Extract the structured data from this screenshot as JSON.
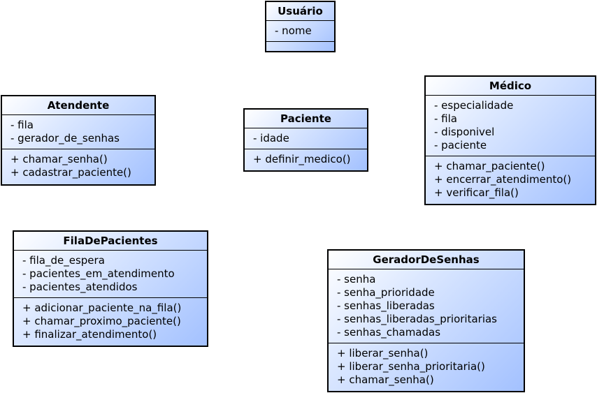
{
  "diagram": {
    "classes": {
      "usuario": {
        "name": "Usuário",
        "attributes": [
          "- nome"
        ],
        "methods": []
      },
      "atendente": {
        "name": "Atendente",
        "attributes": [
          "- fila",
          "- gerador_de_senhas"
        ],
        "methods": [
          "+ chamar_senha()",
          "+ cadastrar_paciente()"
        ]
      },
      "paciente": {
        "name": "Paciente",
        "attributes": [
          "- idade"
        ],
        "methods": [
          "+ definir_medico()"
        ]
      },
      "medico": {
        "name": "Médico",
        "attributes": [
          "- especialidade",
          "- fila",
          "- disponivel",
          "- paciente"
        ],
        "methods": [
          "+ chamar_paciente()",
          "+ encerrar_atendimento()",
          "+ verificar_fila()"
        ]
      },
      "fila_de_pacientes": {
        "name": "FilaDePacientes",
        "attributes": [
          "- fila_de_espera",
          "- pacientes_em_atendimento",
          "- pacientes_atendidos"
        ],
        "methods": [
          "+ adicionar_paciente_na_fila()",
          "+ chamar_proximo_paciente()",
          "+ finalizar_atendimento()"
        ]
      },
      "gerador_de_senhas": {
        "name": "GeradorDeSenhas",
        "attributes": [
          "- senha",
          "- senha_prioridade",
          "- senhas_liberadas",
          "- senhas_liberadas_prioritarias",
          "- senhas_chamadas"
        ],
        "methods": [
          "+ liberar_senha()",
          "+ liberar_senha_prioritaria()",
          "+ chamar_senha()"
        ]
      }
    }
  }
}
